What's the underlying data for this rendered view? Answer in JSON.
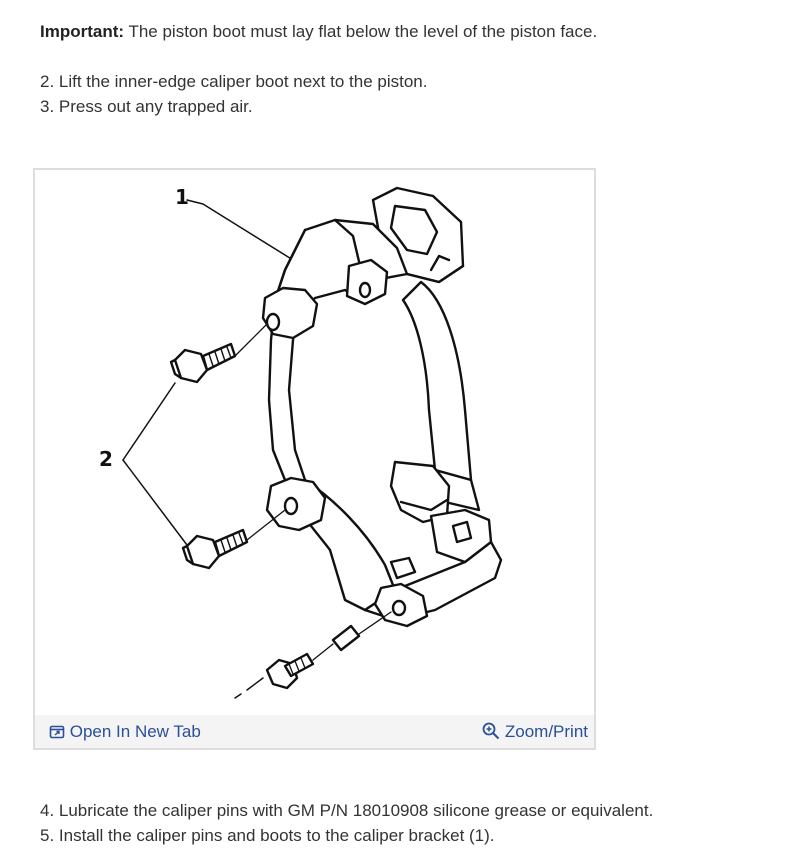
{
  "intro": {
    "important_label": "Important:",
    "important_text": " The piston boot must lay flat below the level of the piston face."
  },
  "steps_before": [
    "2. Lift the inner-edge caliper boot next to the piston.",
    "3. Press out any trapped air."
  ],
  "figure": {
    "callouts": [
      "1",
      "2"
    ],
    "open_tab_label": "Open In New Tab",
    "zoom_label": "Zoom/Print",
    "icons": [
      "open-in-new-tab-icon",
      "zoom-icon"
    ],
    "link_color": "#2a4f9a"
  },
  "steps_after": [
    "4. Lubricate the caliper pins with GM P/N 18010908 silicone grease or equivalent.",
    "5. Install the caliper pins and boots to the caliper bracket (1)."
  ]
}
